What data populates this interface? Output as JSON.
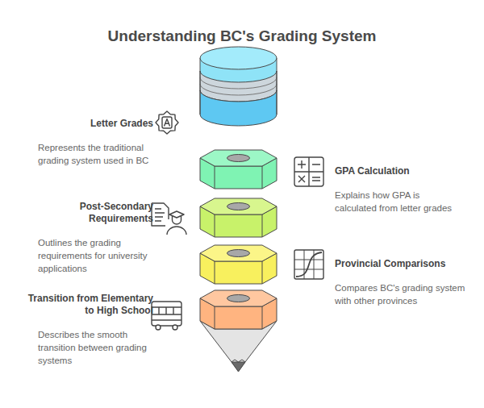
{
  "diagram": {
    "title": "Understanding BC's Grading System",
    "nodes": [
      {
        "text": [
          "Letter Grades",
          "Represents the traditional grading system used in BC"
        ]
      },
      {
        "text": [
          "GPA Calculation",
          "Explains how GPA is calculated from letter grades"
        ]
      },
      {
        "text": [
          "Post-Secondary Requirements",
          "Outlines the grading requirements for university applications"
        ]
      },
      {
        "text": [
          "Provincial Comparisons",
          "Compares BC's grading system with other provinces"
        ]
      },
      {
        "text": [
          "Transition from Elementary to High School",
          "Describes the smooth transition between grading systems"
        ]
      }
    ]
  }
}
